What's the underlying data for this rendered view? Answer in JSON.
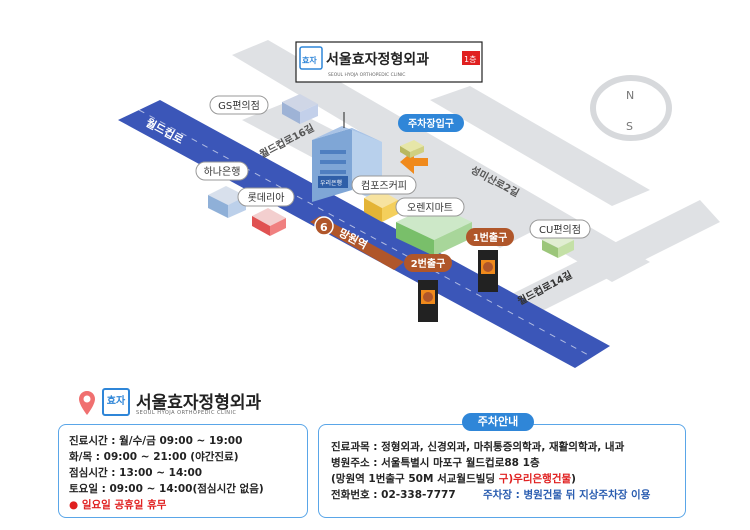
{
  "clinic": {
    "name": "서울효자정형외과",
    "english_name": "SEOUL HYOJA ORTHOPEDIC CLINIC",
    "floor_badge": "1층",
    "logo_text": "효자"
  },
  "compass": {
    "north": "N",
    "south": "S"
  },
  "map": {
    "roads": {
      "main": "월드컵로",
      "road16": "월드컵로16길",
      "road14": "월드컵로14길",
      "seongji": "성미산로2길"
    },
    "station_label": "망원역",
    "line_number": "6",
    "landmarks": {
      "gs": "GS편의점",
      "hana": "하나은행",
      "lotteria": "롯데리아",
      "compose": "컴포즈커피",
      "orange": "오렌지마트",
      "cu": "CU편의점",
      "parking_entrance": "주차장입구",
      "exit1": "1번출구",
      "exit2": "2번출구",
      "woori": "우리은행"
    }
  },
  "hours": {
    "lines": [
      "진료시간 : 월/수/금 09:00 ~ 19:00",
      "화/목 : 09:00 ~ 21:00 (야간진료)",
      "점심시간 : 13:00 ~ 14:00",
      "토요일 : 09:00 ~ 14:00(점심시간 없음)"
    ],
    "closed": "● 일요일 공휴일 휴무"
  },
  "parking": {
    "title": "주차안내",
    "dept": "진료과목 : 정형외과, 신경외과, 마취통증의학과, 재활의학과, 내과",
    "address": "병원주소 : 서울특별시 마포구 월드컵로88 1층",
    "location_prefix": "(망원역 1번출구 50M 서교월드빌딩 ",
    "location_highlight": "구)우리은행건물",
    "location_suffix": ")",
    "phone": "전화번호 : 02-338-7777",
    "parking_note": "주차장 : 병원건물 뒤 지상주차장 이용"
  },
  "colors": {
    "road_blue": "#3b56b8",
    "line6_brown": "#b0562a",
    "accent_orange": "#f08a1c",
    "sky_blue": "#2f86d8",
    "closed_red": "#e02020"
  }
}
